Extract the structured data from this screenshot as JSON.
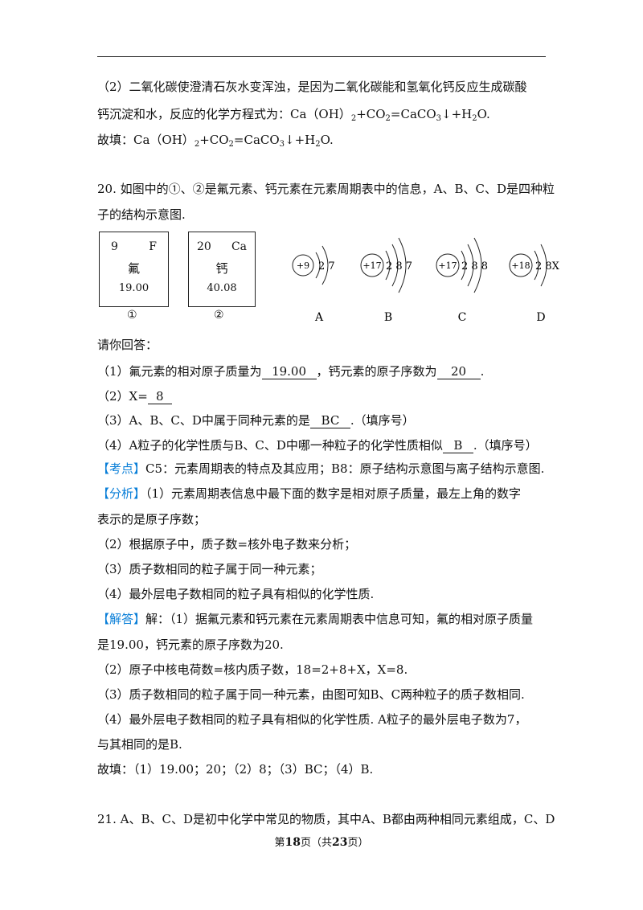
{
  "part2": {
    "line1": "（2）二氧化碳使澄清石灰水变浑浊，是因为二氧化碳能和氢氧化钙反应生成碳酸",
    "line2_a": "钙沉淀和水，反应的化学方程式为：Ca（OH）",
    "line2_b": "+CO",
    "line2_c": "=CaCO",
    "line2_d": "↓+H",
    "line2_e": "O.",
    "line3_a": "故填：Ca（OH）",
    "line3_b": "+CO",
    "line3_c": "=CaCO",
    "line3_d": "↓+H",
    "line3_e": "O.",
    "sub2": "2",
    "sub3": "3"
  },
  "q20": {
    "line1": "20. 如图中的①、②是氟元素、钙元素在元素周期表中的信息，A、B、C、D是四种粒",
    "line2": "子的结构示意图.",
    "elements": [
      {
        "number": "9",
        "symbol": "F",
        "name": "氟",
        "mass": "19.00",
        "label": "①"
      },
      {
        "number": "20",
        "symbol": "Ca",
        "name": "钙",
        "mass": "40.08",
        "label": "②"
      }
    ],
    "particles": [
      {
        "nucleus": "+9",
        "shells": "2 7",
        "label": "A"
      },
      {
        "nucleus": "+17",
        "shells": "2 8 7",
        "label": "B"
      },
      {
        "nucleus": "+17",
        "shells": "2 8 8",
        "label": "C"
      },
      {
        "nucleus": "+18",
        "shells": "2 8X",
        "label": "D"
      }
    ],
    "ask": "请你回答：",
    "s1_a": "（1）氟元素的相对原子质量为",
    "s1_ans1": "19.00",
    "s1_b": "，钙元素的原子序数为",
    "s1_ans2": "20",
    "s1_c": ".",
    "s2_a": "（2）X=",
    "s2_ans": "8",
    "s3_a": "（3）A、B、C、D中属于同种元素的是",
    "s3_ans": "BC",
    "s3_b": ".（填序号）",
    "s4_a": "（4）A粒子的化学性质与B、C、D中哪一种粒子的化学性质相似",
    "s4_ans": "B",
    "s4_b": ".（填序号）",
    "kaodian_tag": "【考点】",
    "kaodian": "C5：元素周期表的特点及其应用；B8：原子结构示意图与离子结构示意图.",
    "fenxi_tag": "【分析】",
    "fenxi1": "（1）元素周期表信息中最下面的数字是相对原子质量，最左上角的数字",
    "fenxi2": "表示的是原子序数；",
    "fenxi3": "（2）根据原子中，质子数=核外电子数来分析；",
    "fenxi4": "（3）质子数相同的粒子属于同一种元素；",
    "fenxi5": "（4）最外层电子数相同的粒子具有相似的化学性质.",
    "jieda_tag": "【解答】",
    "jieda1": "解：（1）据氟元素和钙元素在元素周期表中信息可知，氟的相对原子质量",
    "jieda2": "是19.00，钙元素的原子序数为20.",
    "jieda3": "（2）原子中核电荷数=核内质子数，18=2+8+X，X=8.",
    "jieda4": "（3）质子数相同的粒子属于同一种元素，由图可知B、C两种粒子的质子数相同.",
    "jieda5": "（4）最外层电子数相同的粒子具有相似的化学性质. A粒子的最外层电子数为7，",
    "jieda6": "与其相同的是B.",
    "answer": "故填：（1）19.00；20；（2）8；（3）BC；（4）B."
  },
  "q21": {
    "line1": "21. A、B、C、D是初中化学中常见的物质，其中A、B都由两种相同元素组成，C、D"
  },
  "footer": {
    "a": "第",
    "page": "18",
    "b": "页（共",
    "total": "23",
    "c": "页）"
  },
  "colors": {
    "tag": "#0a7fd8",
    "text": "#111111"
  }
}
